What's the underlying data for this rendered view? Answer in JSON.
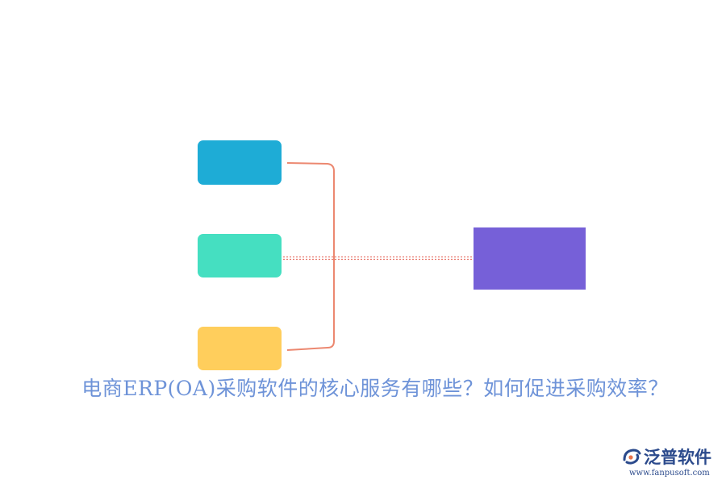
{
  "diagram": {
    "boxes": [
      {
        "id": "box-1",
        "color": "#1EACD6"
      },
      {
        "id": "box-2",
        "color": "#45DFC1"
      },
      {
        "id": "box-3",
        "color": "#FFCE5C"
      }
    ],
    "target": {
      "color": "#7660D8"
    },
    "connector_color": "#EC8870",
    "dotted_line_color": "#E8756B"
  },
  "caption": {
    "text": "电商ERP(OA)采购软件的核心服务有哪些？如何促进采购效率？",
    "color": "#6E93D8"
  },
  "brand": {
    "name": "泛普软件",
    "url": "www.fanpusoft.com",
    "name_color": "#2B4A8C",
    "url_color": "#2B4A8C",
    "mark_icon": "fanpu-logo-icon",
    "mark_colors": [
      "#2B4A8C",
      "#E8734A"
    ]
  }
}
